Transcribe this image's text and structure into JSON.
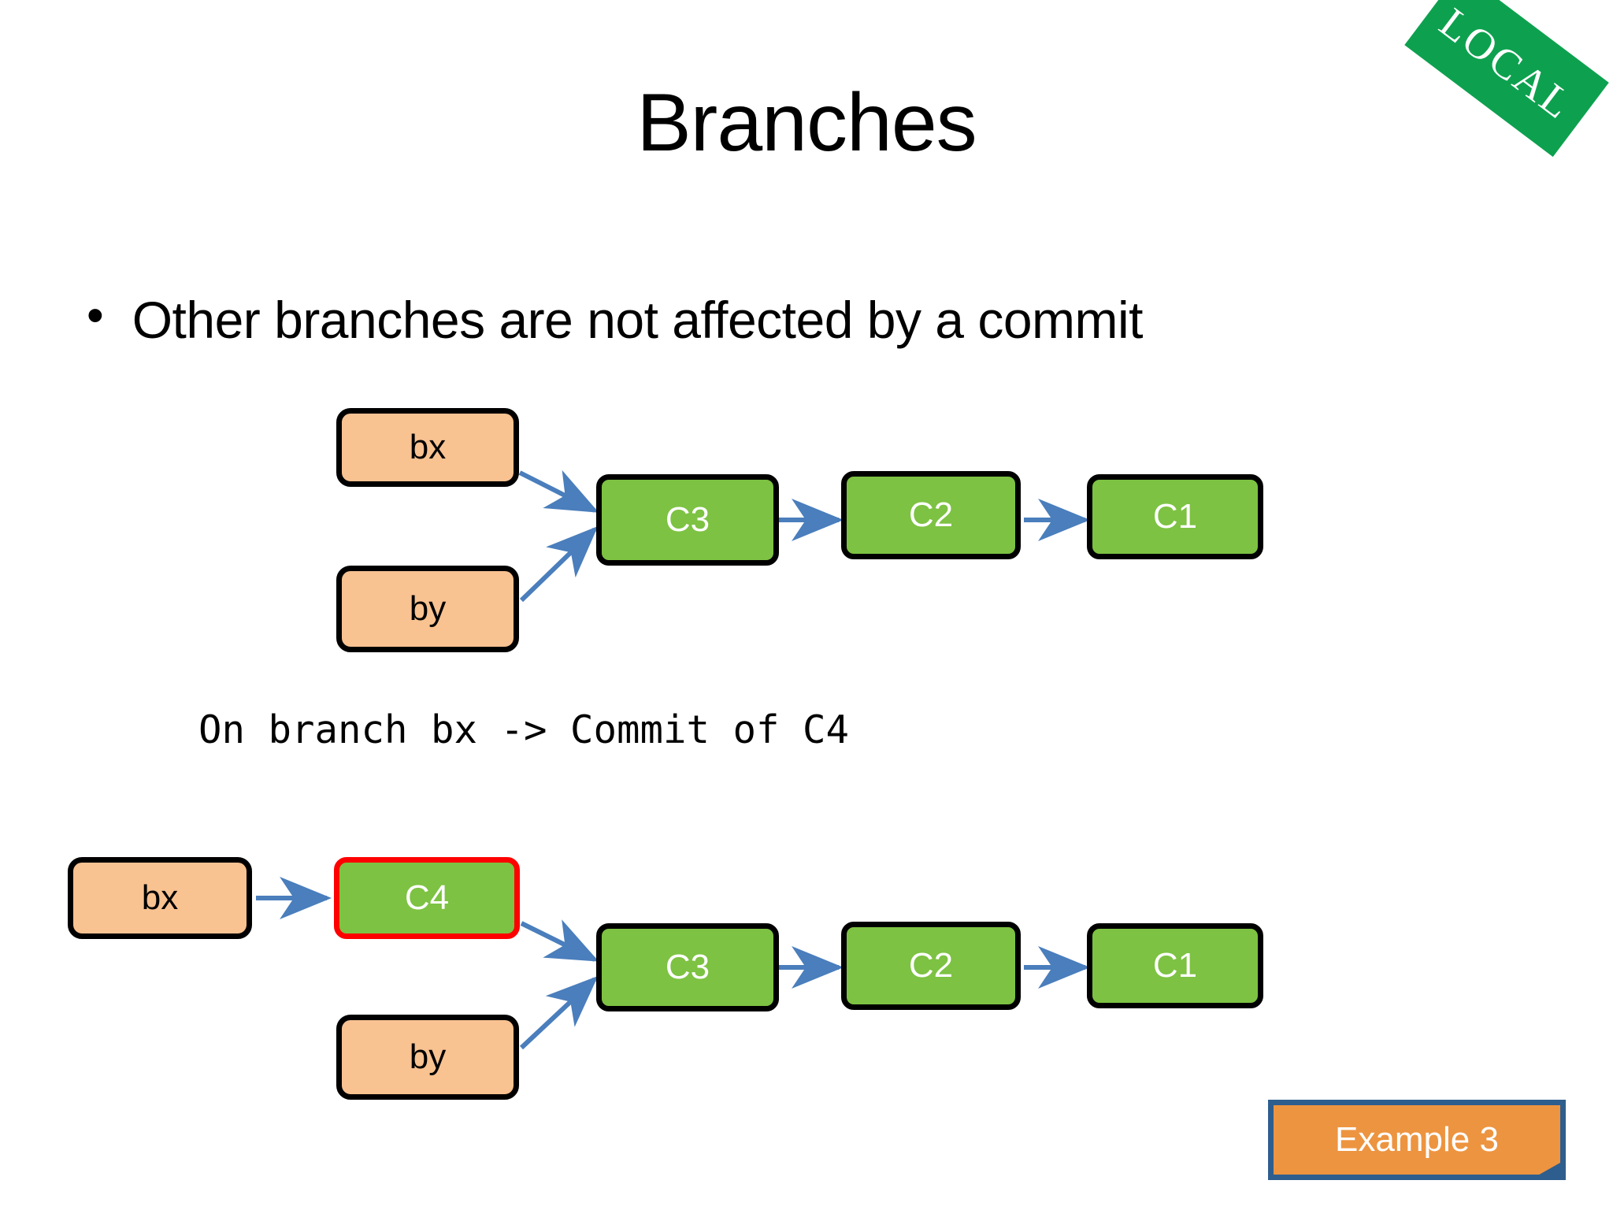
{
  "slide": {
    "title": "Branches",
    "banner_label": "LOCAL",
    "banner_color": "#0da14f",
    "background_color": "#ffffff"
  },
  "bullet": {
    "marker": "•",
    "text": "Other branches are not affected by a commit"
  },
  "caption": {
    "command": "On branch bx -> Commit of C4"
  },
  "badge": {
    "label": "Example 3",
    "fill_color": "#ed9440",
    "border_color": "#2e5e8e"
  },
  "colors": {
    "commit_green": "#7dc242",
    "branch_peach": "#f8c291",
    "arrow_blue": "#4a7ebc",
    "active_red": "#ff0000",
    "node_border": "#000000"
  },
  "diagram_before": {
    "name": "before-commit",
    "branches": [
      {
        "label": "bx"
      },
      {
        "label": "by"
      }
    ],
    "commits": [
      {
        "label": "C3"
      },
      {
        "label": "C2"
      },
      {
        "label": "C1"
      }
    ]
  },
  "diagram_after": {
    "name": "after-commit",
    "branches": [
      {
        "label": "bx"
      },
      {
        "label": "by"
      }
    ],
    "commits": [
      {
        "label": "C4",
        "highlighted": true
      },
      {
        "label": "C3"
      },
      {
        "label": "C2"
      },
      {
        "label": "C1"
      }
    ]
  }
}
